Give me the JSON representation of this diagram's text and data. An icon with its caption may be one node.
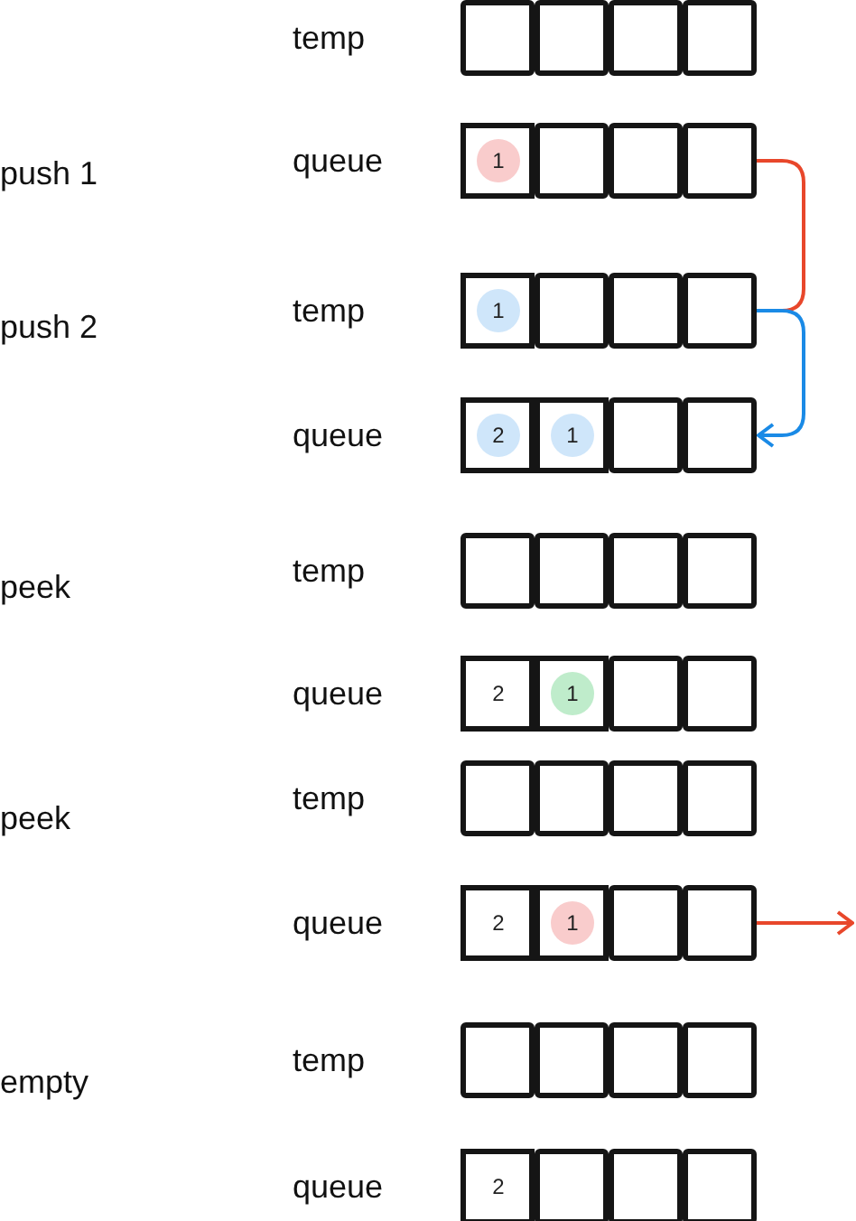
{
  "diagram": {
    "nodes": [
      {
        "text": [
          "temp"
        ]
      },
      {
        "text": [],
        "shape": "box",
        "in": 0
      },
      {
        "text": [],
        "shape": "box",
        "in": 0
      },
      {
        "text": [],
        "shape": "box",
        "in": 0
      },
      {
        "text": [],
        "shape": "box",
        "in": 0
      },
      {
        "text": [
          "queue"
        ]
      },
      {
        "text": [
          "1"
        ],
        "in": 5
      },
      {
        "text": [],
        "shape": "box",
        "in": 5
      },
      {
        "text": [],
        "shape": "box",
        "in": 5
      },
      {
        "text": [],
        "shape": "box",
        "in": 5
      },
      {
        "text": [
          "temp"
        ]
      },
      {
        "text": [
          "1"
        ],
        "in": 10
      },
      {
        "text": [],
        "shape": "box",
        "in": 10
      },
      {
        "text": [],
        "shape": "box",
        "in": 10
      },
      {
        "text": [],
        "shape": "box",
        "in": 10
      },
      {
        "text": [
          "queue"
        ]
      },
      {
        "text": [
          "2"
        ],
        "in": 15
      },
      {
        "text": [
          "1"
        ],
        "in": 15
      },
      {
        "text": [],
        "shape": "box",
        "in": 15
      },
      {
        "text": [],
        "shape": "box",
        "in": 15
      },
      {
        "text": [
          "temp"
        ]
      },
      {
        "text": [],
        "shape": "box",
        "in": 20
      },
      {
        "text": [],
        "shape": "box",
        "in": 20
      },
      {
        "text": [],
        "shape": "box",
        "in": 20
      },
      {
        "text": [],
        "shape": "box",
        "in": 20
      },
      {
        "text": [
          "queue"
        ]
      },
      {
        "text": [
          "2"
        ],
        "in": 25
      },
      {
        "text": [
          "1"
        ],
        "in": 25
      },
      {
        "text": [],
        "shape": "box",
        "in": 25
      },
      {
        "text": [],
        "shape": "box",
        "in": 25
      },
      {
        "text": [
          "temp"
        ]
      },
      {
        "text": [],
        "shape": "box",
        "in": 30
      },
      {
        "text": [],
        "shape": "box",
        "in": 30
      },
      {
        "text": [],
        "shape": "box",
        "in": 30
      },
      {
        "text": [],
        "shape": "box",
        "in": 30
      },
      {
        "text": [
          "queue"
        ]
      },
      {
        "text": [
          "2"
        ],
        "in": 35
      },
      {
        "text": [
          "1"
        ],
        "in": 35
      },
      {
        "text": [],
        "shape": "box",
        "in": 35
      },
      {
        "text": [],
        "shape": "box",
        "in": 35
      },
      {
        "text": [
          "temp"
        ]
      },
      {
        "text": [],
        "shape": "box",
        "in": 40
      },
      {
        "text": [],
        "shape": "box",
        "in": 40
      },
      {
        "text": [],
        "shape": "box",
        "in": 40
      },
      {
        "text": [],
        "shape": "box",
        "in": 40
      },
      {
        "text": [
          "queue"
        ]
      },
      {
        "text": [
          "2"
        ],
        "in": 45
      },
      {
        "text": [],
        "shape": "box",
        "in": 45
      },
      {
        "text": [],
        "shape": "box",
        "in": 45
      },
      {
        "text": [],
        "shape": "box",
        "in": 45
      }
    ],
    "edges": [
      {
        "from": 5,
        "to": 10,
        "arrow": "none"
      },
      {
        "from": 10,
        "to": 15,
        "arrow": "to",
        "color": "#1a8ae6"
      },
      {
        "from": 35,
        "to": null,
        "arrow": "to"
      }
    ],
    "labels": [
      "push 1",
      "push 2",
      "peek",
      "peek",
      "empty"
    ]
  }
}
